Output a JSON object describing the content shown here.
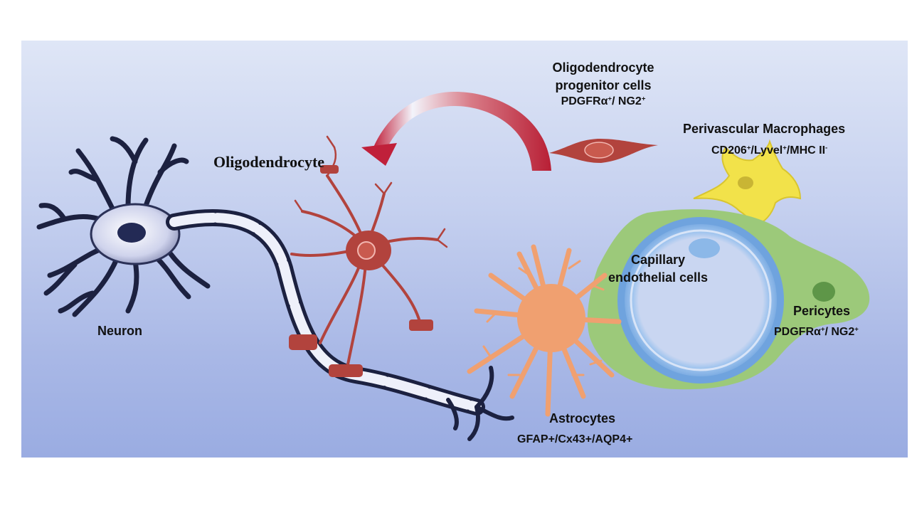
{
  "cells": {
    "opc": {
      "line1": "Oligodendrocyte",
      "line2": "progenitor cells",
      "marker_a": "PDGFRα",
      "sup_a": "+",
      "sep": "/ ",
      "marker_b": "NG2",
      "sup_b": "+"
    },
    "oligodendrocyte": {
      "label": "Oligodendrocyte"
    },
    "macrophages": {
      "title": "Perivascular Macrophages",
      "m1": "CD206",
      "s1": "+",
      "m2": "/Lyvel",
      "s2": "+",
      "m3": "/MHC II",
      "s3": "-"
    },
    "neuron": {
      "label": "Neuron"
    },
    "capillary": {
      "line1": "Capillary",
      "line2": "endothelial cells"
    },
    "pericytes": {
      "title": "Pericytes",
      "marker_a": "PDGFRα",
      "sup_a": "+",
      "sep": "/ ",
      "marker_b": "NG2",
      "sup_b": "+"
    },
    "astrocytes": {
      "title": "Astrocytes",
      "markers": "GFAP+/Cx43+/AQP4+"
    }
  },
  "colors": {
    "background_top": "#dfe6f6",
    "background_bottom": "#9aace2",
    "oligodendrocyte": "#b2433d",
    "astrocyte": "#f0a070",
    "macrophage": "#f2e24a",
    "pericyte": "#9cc97a",
    "endothelium": "#8fb8e8",
    "neuron": "#1c2140"
  }
}
